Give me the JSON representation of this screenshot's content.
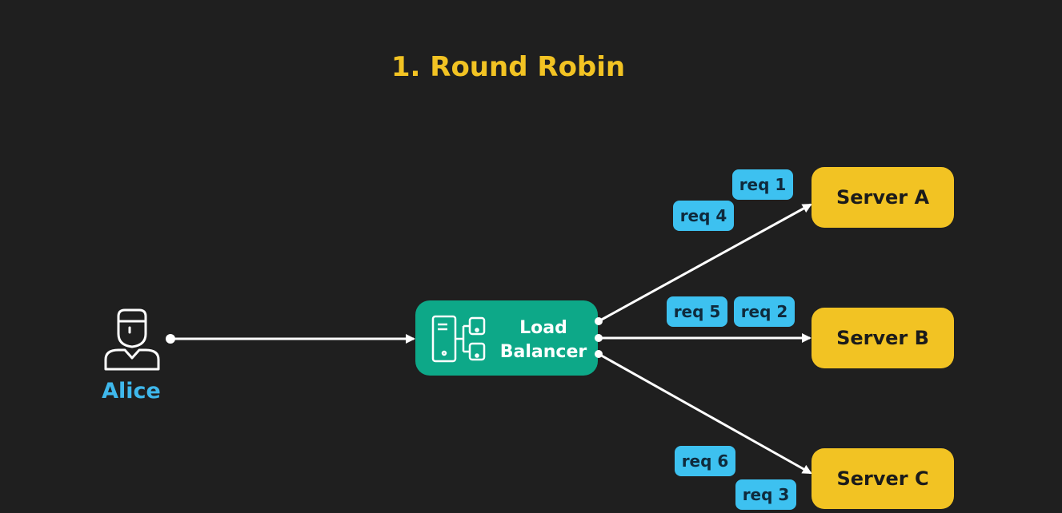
{
  "title": "1. Round Robin",
  "client": {
    "label": "Alice",
    "icon": "user-icon"
  },
  "load_balancer": {
    "label_line1": "Load",
    "label_line2": "Balancer",
    "icon": "load-balancer-icon"
  },
  "servers": [
    "Server A",
    "Server B",
    "Server C"
  ],
  "requests": {
    "server_a": [
      "req 1",
      "req 4"
    ],
    "server_b": [
      "req 5",
      "req 2"
    ],
    "server_c": [
      "req 6",
      "req 3"
    ]
  },
  "colors": {
    "background": "#1f1f1f",
    "title": "#f2c323",
    "client": "#3fb8ec",
    "load_balancer": "#0da888",
    "server": "#f2c323",
    "request": "#3dc1f0",
    "link": "#ffffff"
  }
}
